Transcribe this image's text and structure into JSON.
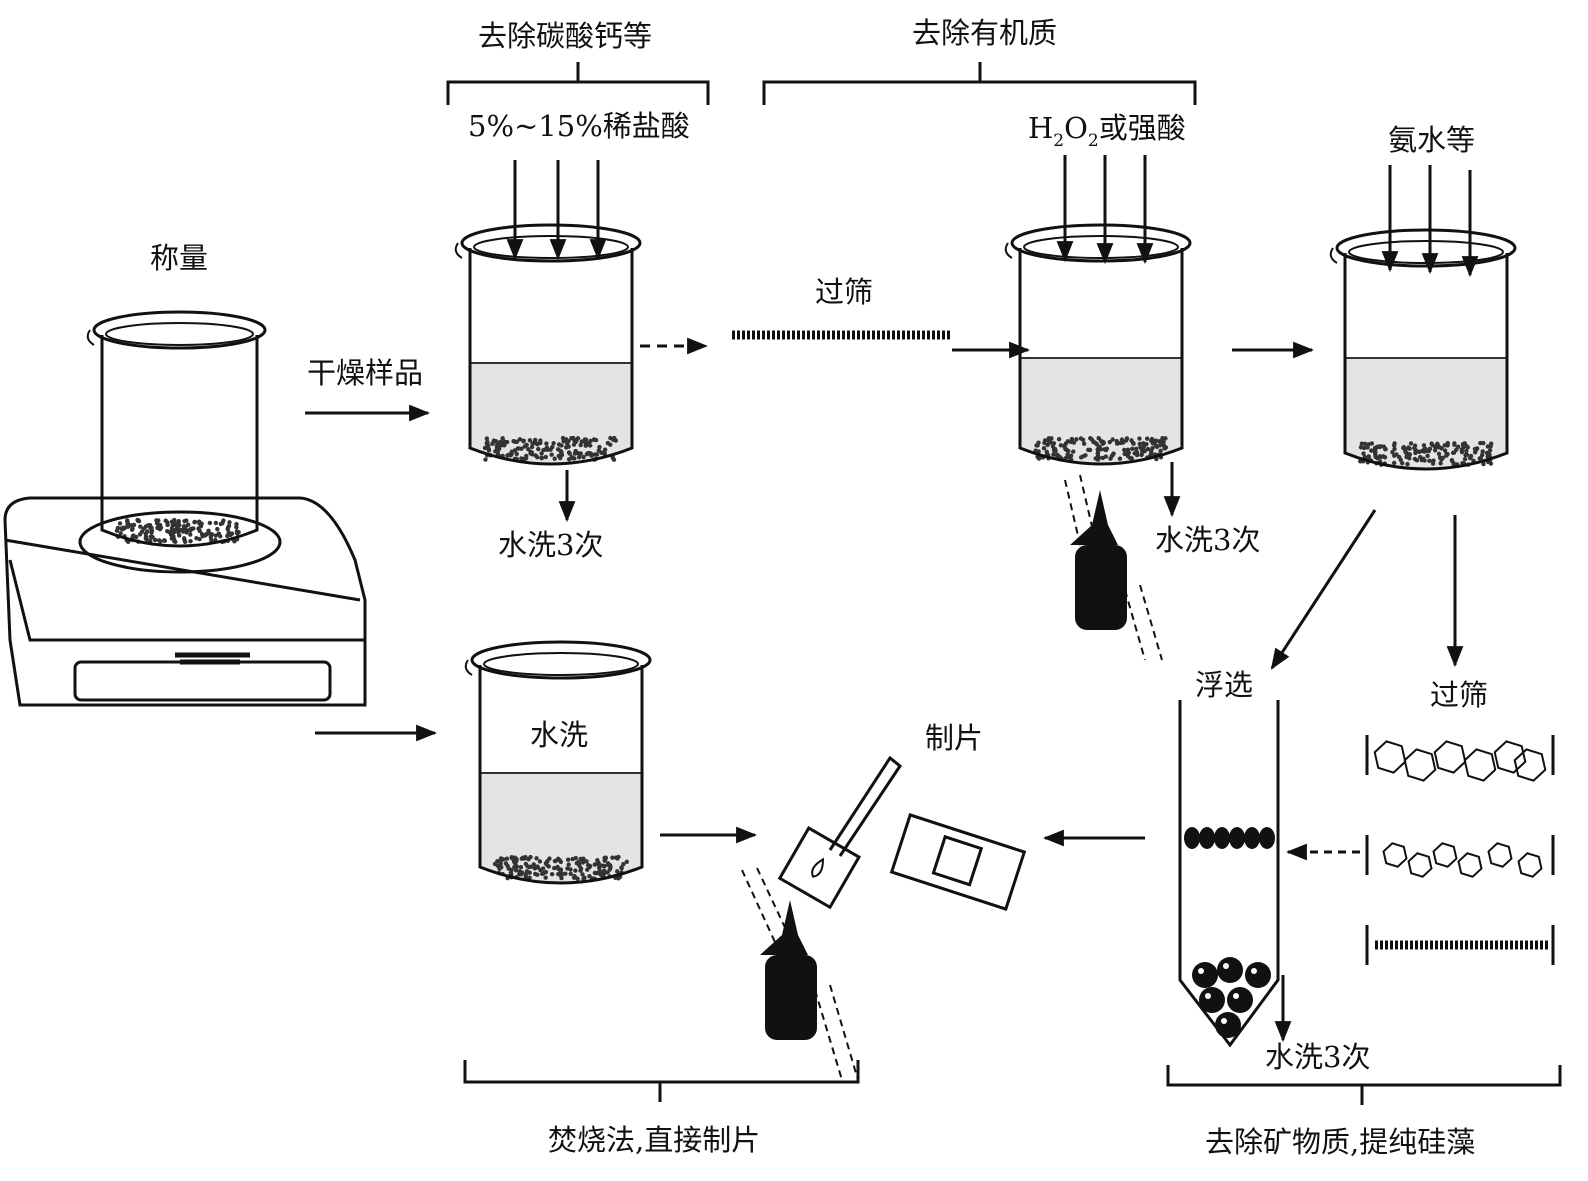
{
  "labels": {
    "weigh": "称量",
    "dry_sample": "干燥样品",
    "remove_carbonate": "去除碳酸钙等",
    "dilute_hcl": "5%~15%稀盐酸",
    "wash3_a": "水洗3次",
    "sieve_a": "过筛",
    "remove_organic": "去除有机质",
    "h2o2_h": "H",
    "h2o2_2a": "2",
    "h2o2_o": "O",
    "h2o2_2b": "2",
    "h2o2_rest": "或强酸",
    "ammonia": "氨水等",
    "wash3_b": "水洗3次",
    "flotation": "浮选",
    "sieve_b": "过筛",
    "wash": "水洗",
    "make_slide": "制片",
    "wash3_c": "水洗3次",
    "incineration": "焚烧法,直接制片",
    "remove_minerals": "去除矿物质,提纯硅藻"
  }
}
